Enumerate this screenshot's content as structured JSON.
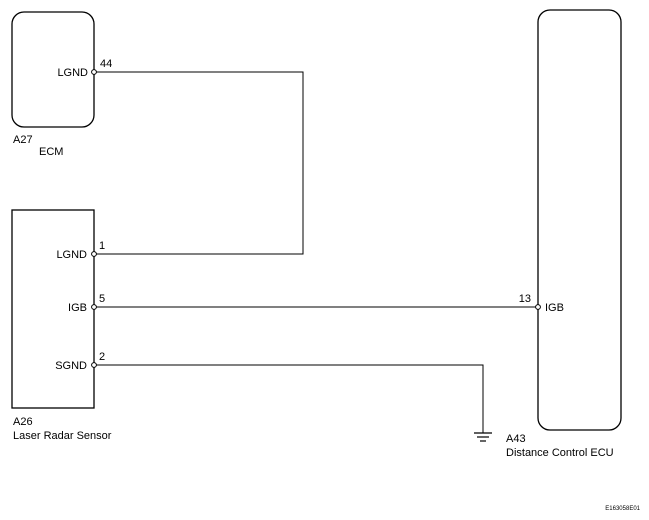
{
  "components": {
    "ecm": {
      "code": "A27",
      "name": "ECM",
      "pin_label": "LGND",
      "pin_number": "44"
    },
    "laser_radar_sensor": {
      "code": "A26",
      "name": "Laser Radar Sensor",
      "pins": [
        {
          "label": "LGND",
          "number": "1"
        },
        {
          "label": "IGB",
          "number": "5"
        },
        {
          "label": "SGND",
          "number": "2"
        }
      ]
    },
    "distance_control_ecu": {
      "code": "A43",
      "name": "Distance Control ECU",
      "pin_label": "IGB",
      "pin_number": "13"
    }
  },
  "figure_id": "E163058E01"
}
